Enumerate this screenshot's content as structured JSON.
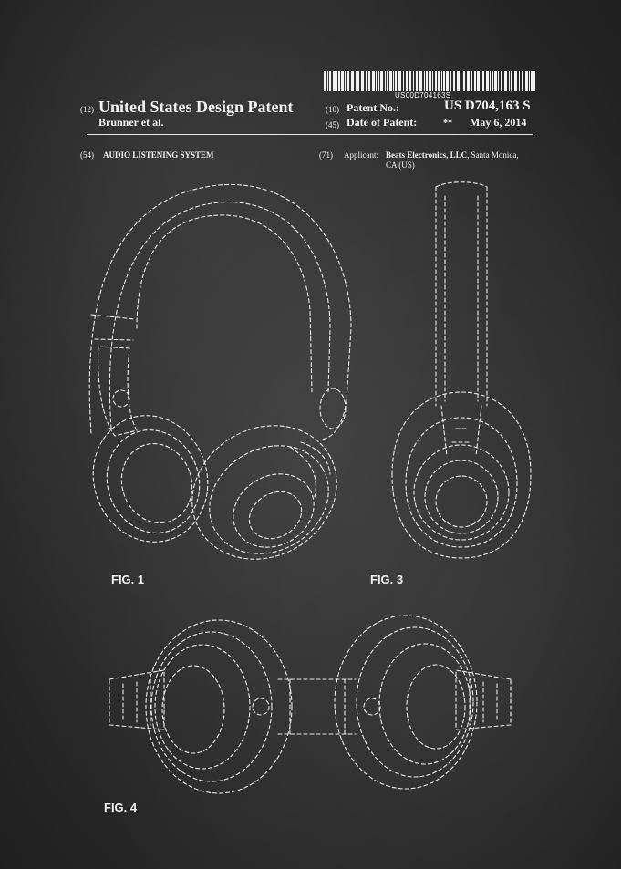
{
  "barcode": {
    "text": "US00D704163S"
  },
  "header": {
    "kind_code": "(12)",
    "title": "United States Design Patent",
    "inventor": "Brunner et al.",
    "patent_no_code": "(10)",
    "patent_no_label": "Patent No.:",
    "patent_no": "US D704,163 S",
    "date_code": "(45)",
    "date_label": "Date of Patent:",
    "date_marker": "**",
    "date": "May 6, 2014"
  },
  "fields": {
    "title_code": "(54)",
    "title_text": "AUDIO LISTENING SYSTEM",
    "applicant_code": "(71)",
    "applicant_label": "Applicant:",
    "applicant_name": "Beats Electronics, LLC",
    "applicant_city": ", Santa Monica,",
    "applicant_state": "CA (US)"
  },
  "figures": {
    "fig1": "FIG. 1",
    "fig3": "FIG. 3",
    "fig4": "FIG. 4"
  },
  "colors": {
    "background": "#2b2b2b",
    "ink": "#ececec"
  }
}
